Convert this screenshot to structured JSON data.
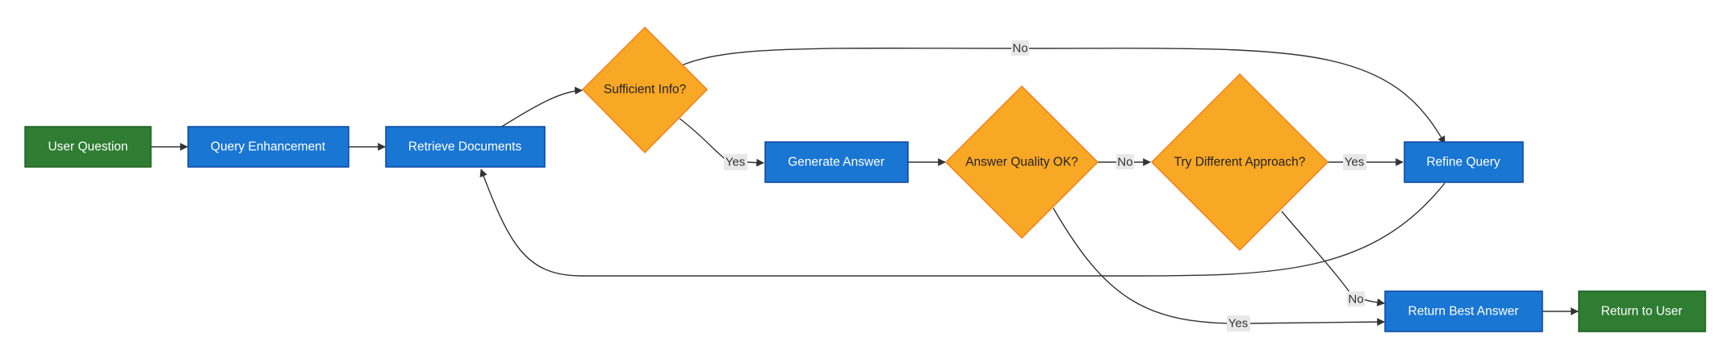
{
  "colors": {
    "terminal_fill": "#2e7d32",
    "terminal_stroke": "#1b5e20",
    "process_fill": "#1976d2",
    "process_stroke": "#0d47a1",
    "decision_fill": "#f9a825",
    "decision_stroke": "#f57f17",
    "edge": "#333333",
    "label_bg": "#e8e8e8"
  },
  "nodes": {
    "user_question": "User Question",
    "query_enhancement": "Query Enhancement",
    "retrieve_documents": "Retrieve Documents",
    "sufficient_info": "Sufficient Info?",
    "generate_answer": "Generate Answer",
    "answer_quality": "Answer Quality OK?",
    "try_different": "Try Different Approach?",
    "refine_query": "Refine Query",
    "return_best_answer": "Return Best Answer",
    "return_to_user": "Return to User"
  },
  "edge_labels": {
    "sufficient_no": "No",
    "sufficient_yes": "Yes",
    "quality_no": "No",
    "quality_yes": "Yes",
    "different_yes": "Yes",
    "different_no": "No"
  }
}
